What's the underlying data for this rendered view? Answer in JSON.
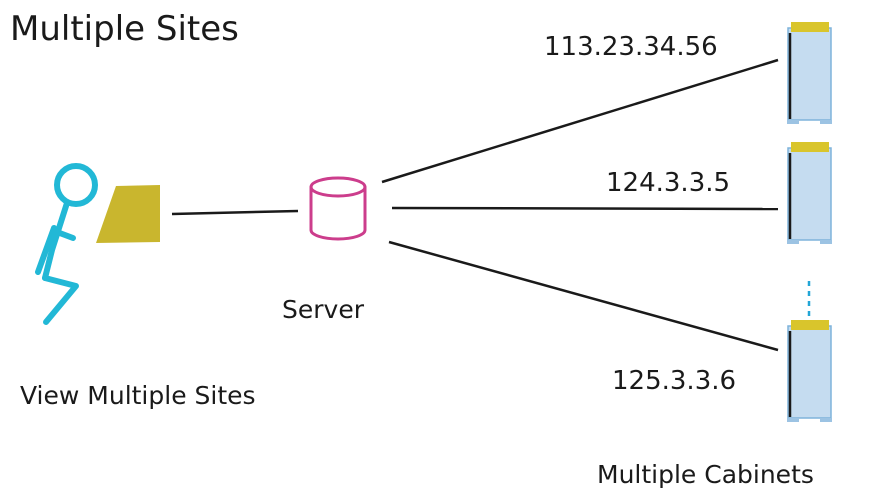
{
  "title": "Multiple Sites",
  "server": {
    "label": "Server"
  },
  "viewer": {
    "label": "View Multiple Sites"
  },
  "cabinets": {
    "label": "Multiple Cabinets",
    "items": [
      {
        "ip": "113.23.34.56"
      },
      {
        "ip": "124.3.3.5"
      },
      {
        "ip": "125.3.3.6"
      }
    ]
  },
  "colors": {
    "person": "#22b8d6",
    "screen": "#c9b62e",
    "server": "#cc3d8c",
    "cabinet_fill": "#c5dcf0",
    "cabinet_edge": "#7fb3db",
    "cabinet_top": "#d9c52c",
    "line": "#1a1a1a"
  }
}
